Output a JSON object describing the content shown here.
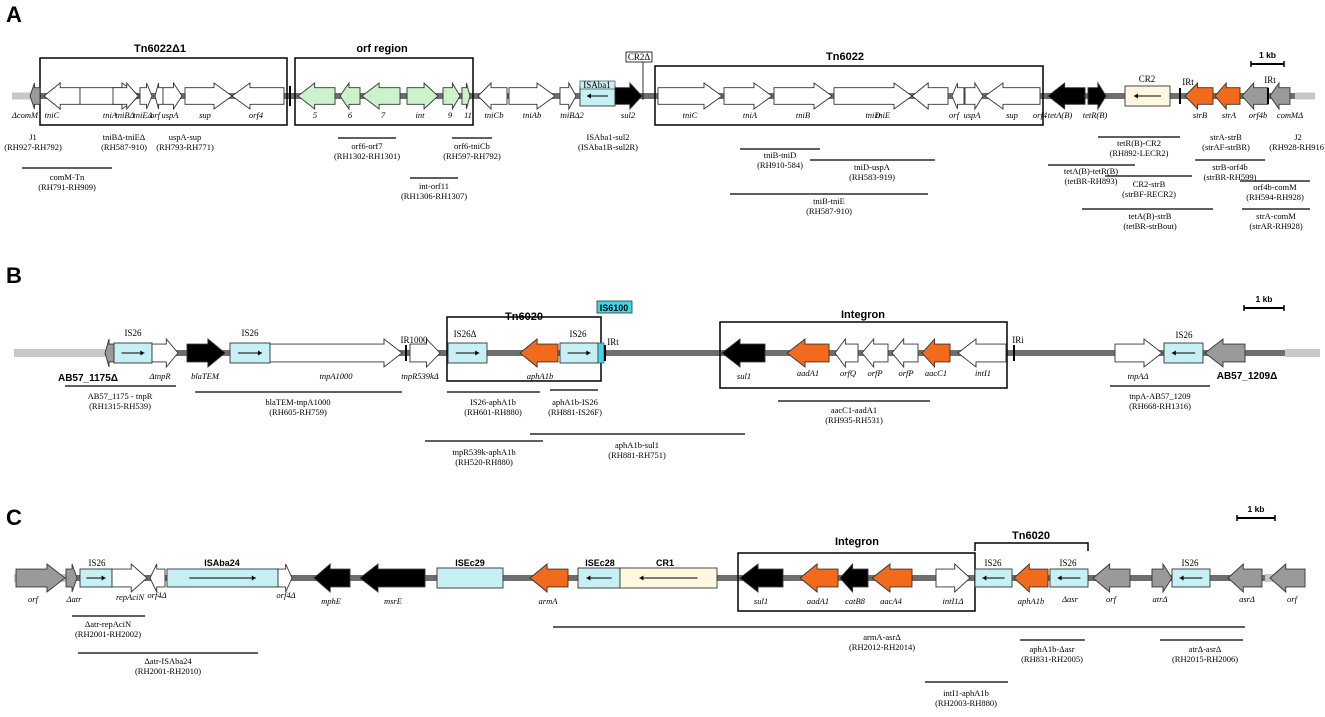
{
  "panels": [
    {
      "letter": "A",
      "boxes": [
        {
          "title": "Tn6022Δ1"
        },
        {
          "title": "orf region"
        },
        {
          "title": "Tn6022"
        }
      ],
      "top_tags": [
        {
          "text": "CR2Δ"
        },
        {
          "text": "ISAba1"
        }
      ],
      "gene_labels": [
        "ΔcomM",
        "tniC",
        "tniA",
        "tniBΔ",
        "tniEΔ",
        "orf",
        "uspA",
        "sup",
        "orf4",
        "5",
        "6",
        "7",
        "int",
        "9",
        "11",
        "tniCb",
        "tniAb",
        "tniBΔ2",
        "sul2",
        "tniC",
        "tniA",
        "tniB",
        "tniD",
        "tniE",
        "orf",
        "uspA",
        "sup",
        "orf4",
        "tetA(B)",
        "tetR(B)",
        "CR2",
        "IRt",
        "strB",
        "strA",
        "orf4b",
        "IRt",
        "comMΔ"
      ],
      "pcr": [
        {
          "name": "J1",
          "code": "(RH927-RH792)"
        },
        {
          "name": "comM-Tn",
          "code": "(RH791-RH909)"
        },
        {
          "name": "tniBΔ-tniEΔ",
          "code": "(RH587-910)"
        },
        {
          "name": "uspA-sup",
          "code": "(RH793-RH771)"
        },
        {
          "name": "orf6-orf7",
          "code": "(RH1302-RH1301)"
        },
        {
          "name": "int-orf11",
          "code": "(RH1306-RH1307)"
        },
        {
          "name": "orf6-tniCb",
          "code": "(RH597-RH792)"
        },
        {
          "name": "ISAba1-sul2",
          "code": "(ISAba1B-sul2R)"
        },
        {
          "name": "tniB-tniD",
          "code": "(RH910-584)"
        },
        {
          "name": "tniD-uspA",
          "code": "(RH583-919)"
        },
        {
          "name": "tniB-tniE",
          "code": "(RH587-910)"
        },
        {
          "name": "tetR(B)-CR2",
          "code": "(RH892-LECR2)"
        },
        {
          "name": "tetA(B)-tetR(B)",
          "code": "(tetBR-RH893)"
        },
        {
          "name": "CR2-strB",
          "code": "(strBF-RECR2)"
        },
        {
          "name": "tetA(B)-strB",
          "code": "(tetBR-strBout)"
        },
        {
          "name": "strA-strB",
          "code": "(strAF-strBR)"
        },
        {
          "name": "strB-orf4b",
          "code": "(strBR-RH599)"
        },
        {
          "name": "J2",
          "code": "(RH928-RH916)"
        },
        {
          "name": "orf4b-comM",
          "code": "(RH594-RH928)"
        },
        {
          "name": "strA-comM",
          "code": "(strAR-RH928)"
        }
      ],
      "scale": "1 kb"
    },
    {
      "letter": "B",
      "boxes": [
        {
          "title": "Tn6020"
        },
        {
          "title": "Integron"
        }
      ],
      "top_tags": [
        {
          "text": "IS6100"
        }
      ],
      "gene_labels": [
        "AB57_1175Δ",
        "IS26",
        "ΔtnpR",
        "blaTEM",
        "IS26",
        "tnpA1000",
        "IR1000",
        "tnpR539kΔ",
        "IS26Δ",
        "aphA1b",
        "IS26",
        "IRt",
        "sul1",
        "aadA1",
        "orfQ",
        "orfP",
        "orfP",
        "aacC1",
        "intI1",
        "IRi",
        "tnpAΔ",
        "IS26",
        "AB57_1209Δ"
      ],
      "pcr": [
        {
          "name": "AB57_1175 - tnpR",
          "code": "(RH1315-RH539)"
        },
        {
          "name": "blaTEM-tnpA1000",
          "code": "(RH605-RH759)"
        },
        {
          "name": "IS26-aphA1b",
          "code": "(RH601-RH880)"
        },
        {
          "name": "aphA1b-IS26",
          "code": "(RH881-IS26F)"
        },
        {
          "name": "tnpR539k-aphA1b",
          "code": "(RH520-RH880)"
        },
        {
          "name": "aphA1b-sul1",
          "code": "(RH881-RH751)"
        },
        {
          "name": "aacC1-aadA1",
          "code": "(RH935-RH531)"
        },
        {
          "name": "tnpA-AB57_1209",
          "code": "(RH668-RH1316)"
        }
      ],
      "scale": "1 kb"
    },
    {
      "letter": "C",
      "boxes": [
        {
          "title": "Integron"
        },
        {
          "title": "Tn6020"
        }
      ],
      "gene_labels": [
        "orf",
        "Δatr",
        "IS26",
        "repAciN",
        "orf4Δ",
        "ISAba24",
        "orf4Δ",
        "mphE",
        "msrE",
        "ISEc29",
        "armA",
        "ISEc28",
        "CR1",
        "sul1",
        "aadA1",
        "catB8",
        "aacA4",
        "intI1Δ",
        "IS26",
        "aphA1b",
        "IS26",
        "Δasr",
        "orf",
        "atrΔ",
        "IS26",
        "asrΔ",
        "orf"
      ],
      "pcr": [
        {
          "name": "Δatr-repAciN",
          "code": "(RH2001-RH2002)"
        },
        {
          "name": "Δatr-ISAba24",
          "code": "(RH2001-RH2010)"
        },
        {
          "name": "armA-asrΔ",
          "code": "(RH2012-RH2014)"
        },
        {
          "name": "aphA1b-Δasr",
          "code": "(RH831-RH2005)"
        },
        {
          "name": "atrΔ-asrΔ",
          "code": "(RH2015-RH2006)"
        },
        {
          "name": "intI1-aphA1b",
          "code": "(RH2003-RH880)"
        }
      ],
      "scale": "1 kb"
    }
  ],
  "colors": {
    "backbone_light": "#c8c8c8",
    "backbone_dark": "#6e6e6e",
    "white_gene": "#ffffff",
    "green_gene": "#ccf2cc",
    "orange_gene": "#f26a1b",
    "black_gene": "#000000",
    "grey_gene": "#9a9a9a",
    "is_cyan": "#c6f0f4",
    "cr_cream": "#fff8e0",
    "is6100_tag": "#3fd7e6"
  }
}
